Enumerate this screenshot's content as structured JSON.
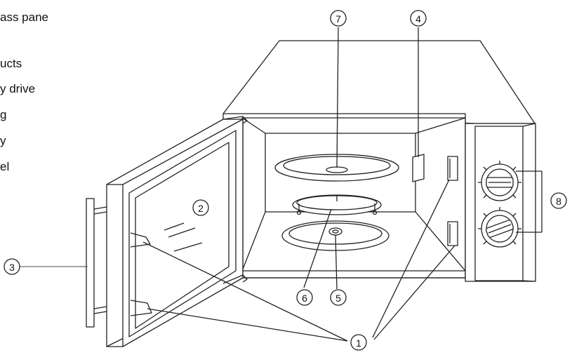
{
  "legend_items": [
    "ass pane",
    "ucts",
    "y drive",
    "g",
    "y",
    "el"
  ],
  "callouts": {
    "c1": "1",
    "c2": "2",
    "c3": "3",
    "c4": "4",
    "c5": "5",
    "c6": "6",
    "c7": "7",
    "c8": "8"
  }
}
